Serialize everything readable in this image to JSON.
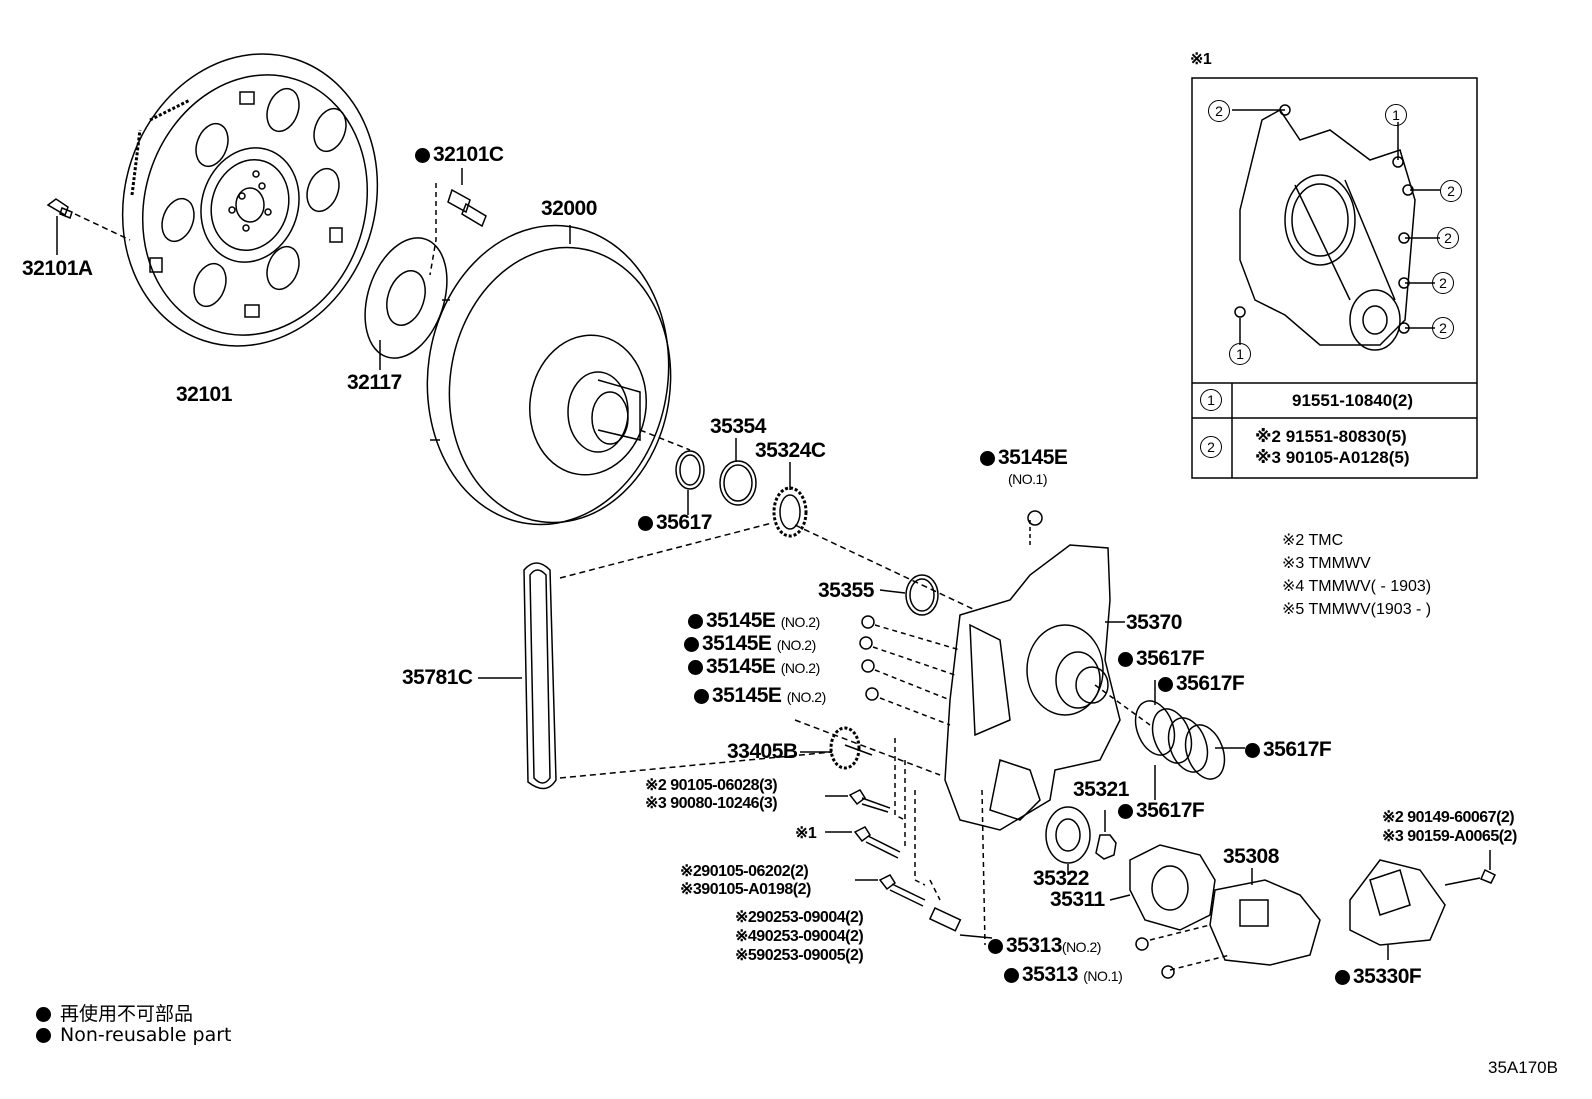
{
  "labels": {
    "p32101A": "32101A",
    "p32101": "32101",
    "p32101C": "32101C",
    "p32117": "32117",
    "p32000": "32000",
    "p35354": "35354",
    "p35324C": "35324C",
    "p35617": "35617",
    "p35145E_1": "35145E",
    "no1": "(NO.1)",
    "p35355": "35355",
    "p35370": "35370",
    "p35145E_a": "35145E",
    "p35145E_b": "35145E",
    "p35145E_c": "35145E",
    "p35145E_d": "35145E",
    "no2": "(NO.2)",
    "p35781C": "35781C",
    "p35617F_a": "35617F",
    "p35617F_b": "35617F",
    "p35617F_c": "35617F",
    "p35617F_d": "35617F",
    "p33405B": "33405B",
    "bolt1_l1": "※2 90105-06028(3)",
    "bolt1_l2": "※3 90080-10246(3)",
    "star1": "※1",
    "bolt2_l1": "※290105-06202(2)",
    "bolt2_l2": "※390105-A0198(2)",
    "pin_l1": "※290253-09004(2)",
    "pin_l2": "※490253-09004(2)",
    "pin_l3": "※590253-09005(2)",
    "p35321": "35321",
    "p35322": "35322",
    "p35311": "35311",
    "p35308": "35308",
    "p35313_a": "35313",
    "p35313_b": "35313",
    "no2b": "(NO.2)",
    "no1b": "(NO.1)",
    "strainer_l1": "※2 90149-60067(2)",
    "strainer_l2": "※3 90159-A0065(2)",
    "p35330F": "35330F",
    "inset_tag": "※1",
    "circ1": "1",
    "circ2": "2"
  },
  "table": {
    "row1_key": "1",
    "row1_val": "91551-10840(2)",
    "row2_key": "2",
    "row2_val1": "※2 91551-80830(5)",
    "row2_val2": "※3 90105-A0128(5)"
  },
  "notes": {
    "n2": "※2 TMC",
    "n3": "※3 TMMWV",
    "n4": "※4 TMMWV(         - 1903)",
    "n5": "※5 TMMWV(1903  -         )"
  },
  "legend": {
    "jp": "再使用不可部品",
    "en": "Non-reusable part"
  },
  "diagram_code": "35A170B"
}
